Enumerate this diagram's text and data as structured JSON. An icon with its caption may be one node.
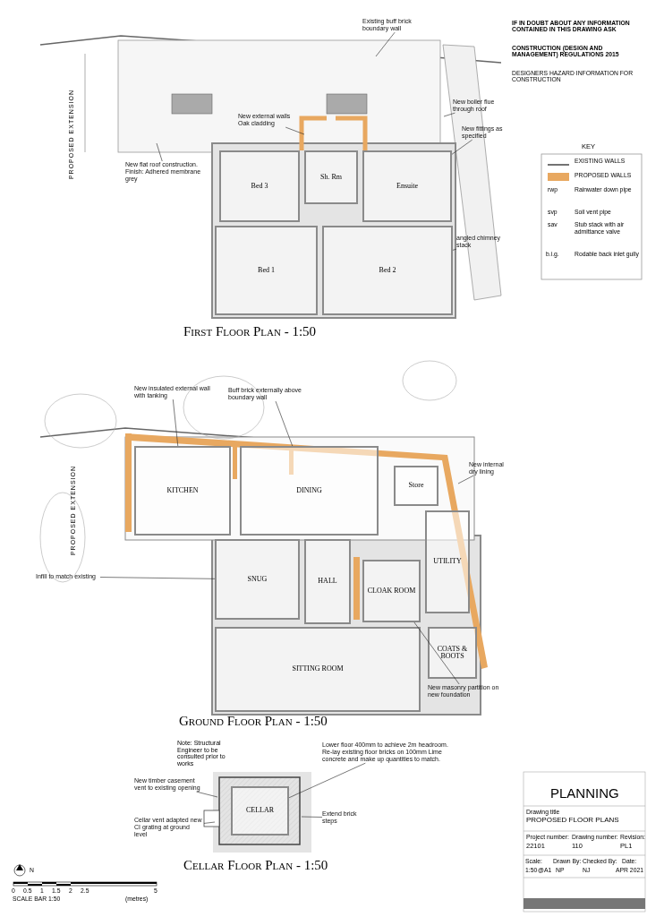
{
  "diagram": {
    "nodes": [
      {
        "text": [
          "Bed 3"
        ]
      },
      {
        "text": [
          "Sh. Rm"
        ]
      },
      {
        "text": [
          "Ensuite"
        ]
      },
      {
        "text": [
          "Bed 1"
        ]
      },
      {
        "text": [
          "Bed 2"
        ]
      },
      {
        "text": [
          "New external walls Oak cladding"
        ]
      },
      {
        "text": [
          "New flat roof construction. Finish: Adhered membrane grey"
        ]
      },
      {
        "text": [
          "Existing buff brick boundary wall"
        ]
      },
      {
        "text": [
          "New boiler flue through roof"
        ]
      },
      {
        "text": [
          "angled chimney stack"
        ]
      },
      {
        "text": [
          "New fittings as specified"
        ]
      },
      {
        "text": [
          "KITCHEN"
        ]
      },
      {
        "text": [
          "DINING"
        ]
      },
      {
        "text": [
          "Store"
        ]
      },
      {
        "text": [
          "SNUG"
        ]
      },
      {
        "text": [
          "HALL"
        ]
      },
      {
        "text": [
          "CLOAK ROOM"
        ]
      },
      {
        "text": [
          "UTILITY"
        ]
      },
      {
        "text": [
          "COATS & BOOTS"
        ]
      },
      {
        "text": [
          "SITTING ROOM"
        ]
      },
      {
        "text": [
          "New insulated external wall with tanking"
        ]
      },
      {
        "text": [
          "Buff brick externally above boundary wall"
        ]
      },
      {
        "text": [
          "New internal dry lining"
        ]
      },
      {
        "text": [
          "New masonry partition on new foundation"
        ]
      },
      {
        "text": [
          "Infill to match existing"
        ]
      },
      {
        "text": [
          "CELLAR"
        ]
      },
      {
        "text": [
          "Lower floor 400mm to achieve 2m headroom. Re-lay existing floor bricks on 100mm Lime concrete and make up quantities to match."
        ]
      },
      {
        "text": [
          "New timber casement vent to existing opening"
        ]
      },
      {
        "text": [
          "Cellar vent adapted new CI grating at ground level"
        ]
      },
      {
        "text": [
          "Extend brick steps"
        ]
      }
    ],
    "edges": [
      {
        "from": 5,
        "to": null,
        "arrow": "none"
      },
      {
        "from": 6,
        "to": null,
        "arrow": "none"
      },
      {
        "from": 7,
        "to": null,
        "arrow": "none"
      },
      {
        "from": 8,
        "to": null,
        "arrow": "none"
      },
      {
        "from": 9,
        "to": 4,
        "arrow": "none"
      },
      {
        "from": 10,
        "to": 2,
        "arrow": "none"
      },
      {
        "from": 20,
        "to": 11,
        "arrow": "none"
      },
      {
        "from": 21,
        "to": 12,
        "arrow": "none"
      },
      {
        "from": 22,
        "to": null,
        "arrow": "none"
      },
      {
        "from": 23,
        "to": 16,
        "arrow": "none"
      },
      {
        "from": 24,
        "to": 14,
        "arrow": "none"
      },
      {
        "from": 26,
        "to": 25,
        "arrow": "none"
      },
      {
        "from": 27,
        "to": null,
        "arrow": "none"
      },
      {
        "from": 28,
        "to": null,
        "arrow": "none"
      },
      {
        "from": 29,
        "to": null,
        "arrow": "none"
      }
    ],
    "labels": [
      "IF IN DOUBT ABOUT ANY INFORMATION CONTAINED IN THIS DRAWING ASK",
      "CONSTRUCTION (DESIGN AND MANAGEMENT) REGULATIONS 2015",
      "DESIGNERS HAZARD INFORMATION FOR CONSTRUCTION",
      "PROPOSED EXTENSION",
      "First Floor Plan - 1:50",
      "KEY",
      "rwp",
      "svp",
      "sav",
      "b.i.g.",
      "PROPOSED EXTENSION",
      "Ground Floor Plan - 1:50",
      "Note: Structural Engineer to be consulted prior to works",
      "Cellar Floor Plan - 1:50",
      "N",
      "0",
      "0.5",
      "1",
      "1.5",
      "2",
      "2.5",
      "5",
      "SCALE BAR 1:50",
      "(metres)",
      "PLANNING",
      "Drawing title",
      "PROPOSED FLOOR PLANS",
      "Project number:",
      "22101",
      "Drawing number:",
      "110",
      "Revision:",
      "PL1",
      "Scale:",
      "1:50",
      "@A1",
      "Drawn By:",
      "NP",
      "Checked By:",
      "NJ",
      "Date:",
      "APR 2021"
    ],
    "legend": [
      {
        "text": "EXISTING WALLS"
      },
      {
        "text": "PROPOSED WALLS",
        "color": "#e8a860"
      },
      {
        "text": "Rainwater down pipe"
      },
      {
        "text": "Soil vent pipe"
      },
      {
        "text": "Stub stack with air admittance valve"
      },
      {
        "text": "Rodable back inlet gully"
      }
    ]
  }
}
